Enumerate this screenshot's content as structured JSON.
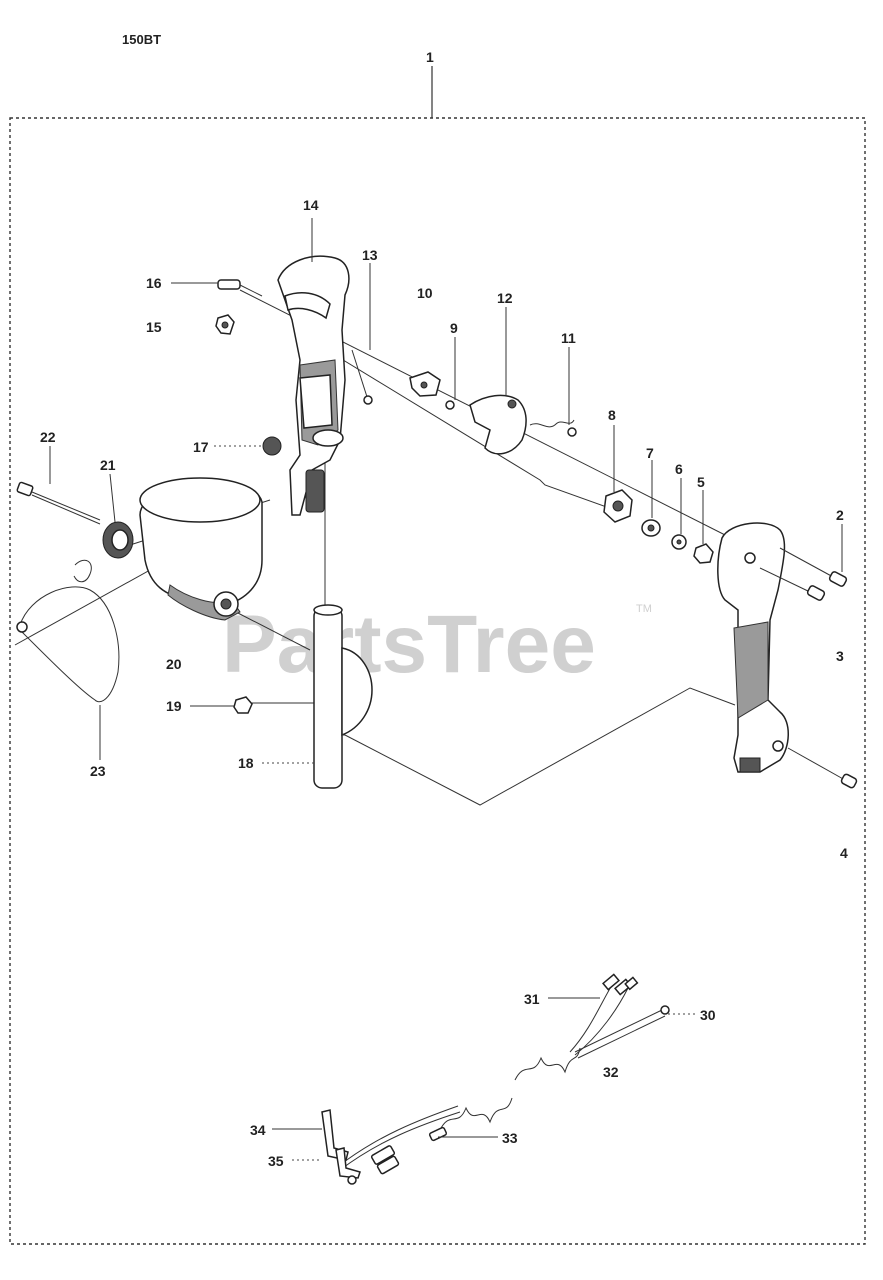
{
  "model_label": "150BT",
  "watermark": "PartsTree",
  "watermark_tm": "TM",
  "callouts": [
    "1",
    "2",
    "3",
    "4",
    "5",
    "6",
    "7",
    "8",
    "9",
    "10",
    "11",
    "12",
    "13",
    "14",
    "15",
    "16",
    "17",
    "18",
    "19",
    "20",
    "21",
    "22",
    "23",
    "30",
    "31",
    "32",
    "33",
    "34",
    "35"
  ]
}
